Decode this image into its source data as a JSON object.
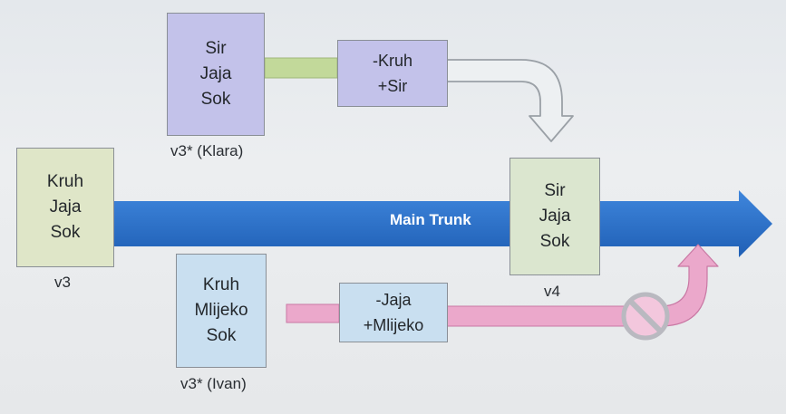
{
  "diagram": {
    "colors": {
      "trunk": "#2b72c9",
      "klara_branch": "#c2d99a",
      "ivan_branch": "#e8a0c6",
      "purple_box": "#c3c2ea",
      "green_box": "#dfe6c8",
      "blue_box": "#c9dff0",
      "v4_box": "#dbe6cf"
    },
    "trunk": {
      "label": "Main Trunk"
    },
    "v3": {
      "lines": [
        "Kruh",
        "Jaja",
        "Sok"
      ],
      "caption": "v3"
    },
    "klara": {
      "lines": [
        "Sir",
        "Jaja",
        "Sok"
      ],
      "caption": "v3* (Klara)",
      "change": [
        "-Kruh",
        "+Sir"
      ]
    },
    "v4": {
      "lines": [
        "Sir",
        "Jaja",
        "Sok"
      ],
      "caption": "v4"
    },
    "ivan": {
      "lines": [
        "Kruh",
        "Mlijeko",
        "Sok"
      ],
      "caption": "v3* (Ivan)",
      "change": [
        "-Jaja",
        "+Mlijeko"
      ]
    },
    "blocked_icon": "prohibited-icon"
  }
}
